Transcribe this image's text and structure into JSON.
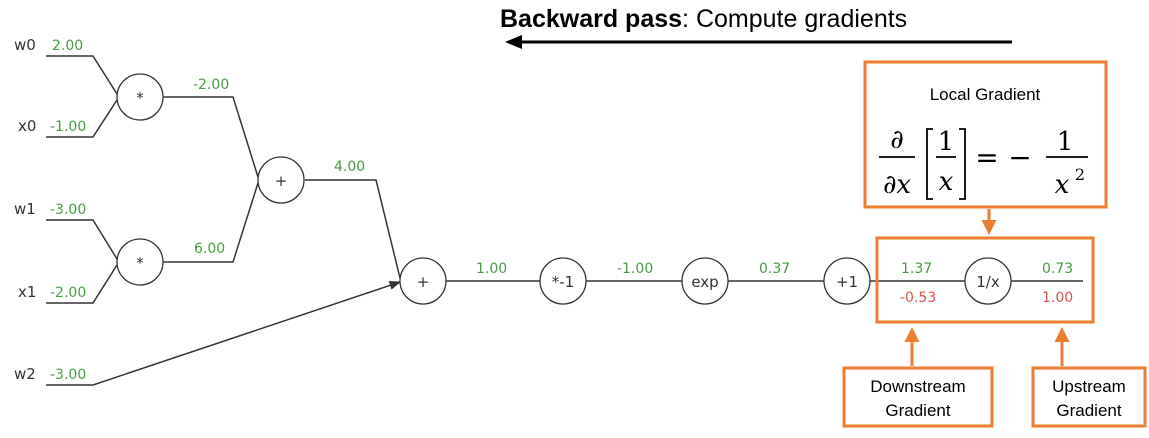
{
  "header": {
    "title_bold": "Backward pass",
    "title_rest": ": Compute gradients"
  },
  "inputs": [
    {
      "name": "w0",
      "value": "2.00"
    },
    {
      "name": "x0",
      "value": "-1.00"
    },
    {
      "name": "w1",
      "value": "-3.00"
    },
    {
      "name": "x1",
      "value": "-2.00"
    },
    {
      "name": "w2",
      "value": "-3.00"
    }
  ],
  "nodes": {
    "mul0": "*",
    "mul1": "*",
    "add0": "+",
    "add1": "+",
    "neg": "*-1",
    "exp": "exp",
    "plus1": "+1",
    "inv": "1/x"
  },
  "edges": {
    "mul0_out": "-2.00",
    "mul1_out": "6.00",
    "add0_out": "4.00",
    "add1_out": "1.00",
    "neg_out": "-1.00",
    "exp_out": "0.37",
    "plus1_out": "1.37",
    "plus1_grad": "-0.53",
    "inv_out": "0.73",
    "inv_grad": "1.00"
  },
  "local_gradient": {
    "label": "Local Gradient",
    "formula_parts": {
      "d": "∂",
      "dx": "∂x",
      "one": "1",
      "x": "x",
      "eq": "=",
      "minus": "−",
      "x2": "x",
      "exp": "2"
    }
  },
  "downstream": {
    "line1": "Downstream",
    "line2": "Gradient"
  },
  "upstream": {
    "line1": "Upstream",
    "line2": "Gradient"
  },
  "colors": {
    "value": "#4a9a45",
    "gradient": "#d9534f",
    "accent": "#ed7d31"
  }
}
